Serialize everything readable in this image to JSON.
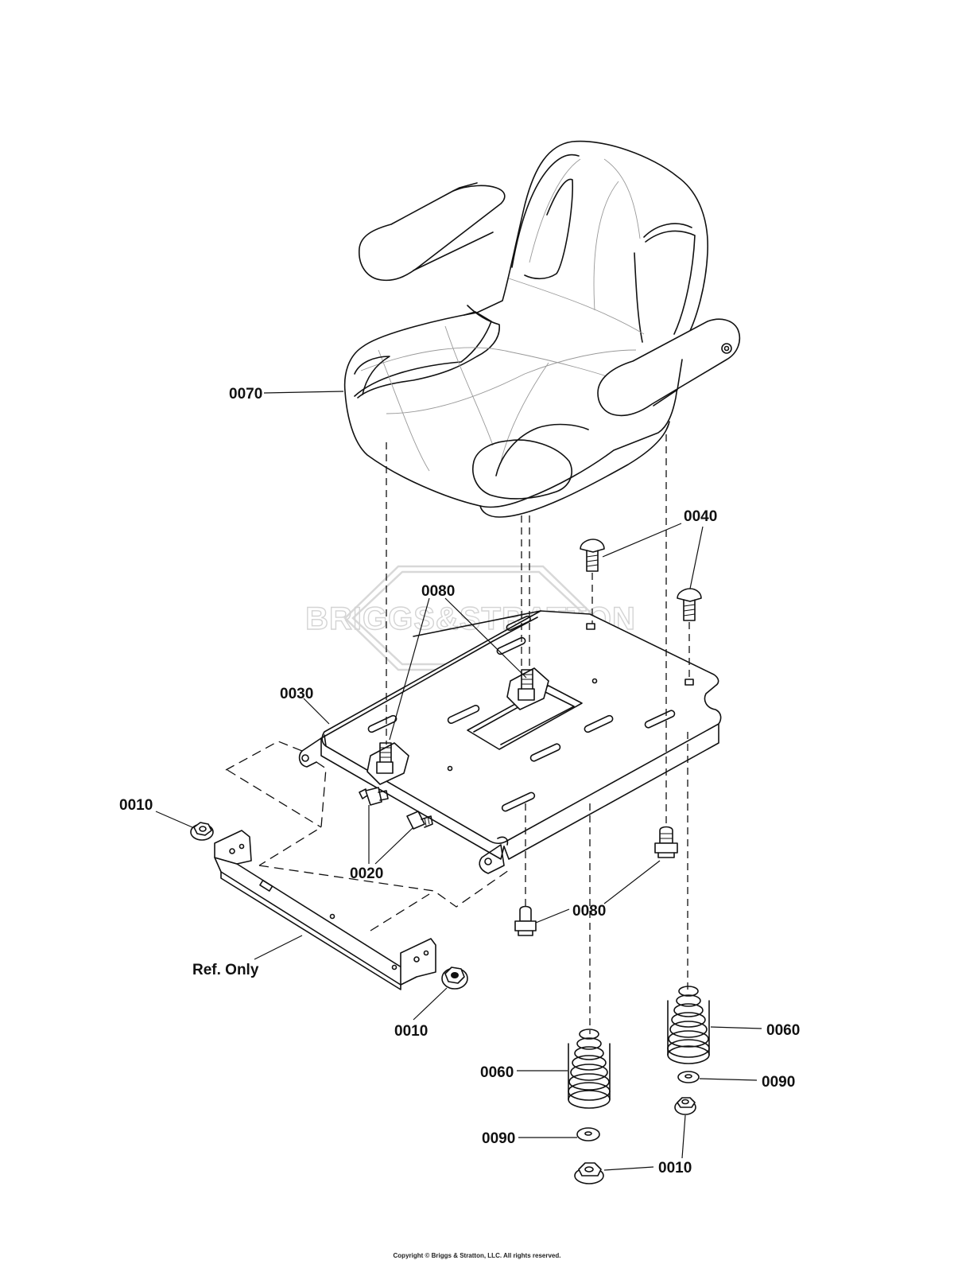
{
  "callouts": [
    {
      "id": "c0070",
      "text": "0070"
    },
    {
      "id": "c0040",
      "text": "0040"
    },
    {
      "id": "c0080a",
      "text": "0080"
    },
    {
      "id": "c0030",
      "text": "0030"
    },
    {
      "id": "c0010a",
      "text": "0010"
    },
    {
      "id": "c0020",
      "text": "0020"
    },
    {
      "id": "c0080b",
      "text": "0080"
    },
    {
      "id": "cref",
      "text": "Ref. Only"
    },
    {
      "id": "c0010b",
      "text": "0010"
    },
    {
      "id": "c0060a",
      "text": "0060"
    },
    {
      "id": "c0060b",
      "text": "0060"
    },
    {
      "id": "c0090a",
      "text": "0090"
    },
    {
      "id": "c0090b",
      "text": "0090"
    },
    {
      "id": "c0010c",
      "text": "0010"
    }
  ],
  "logo": {
    "text": "BRIGGS&STRATTON"
  },
  "footer": {
    "copyright": "Copyright © Briggs & Stratton, LLC. All rights reserved."
  }
}
